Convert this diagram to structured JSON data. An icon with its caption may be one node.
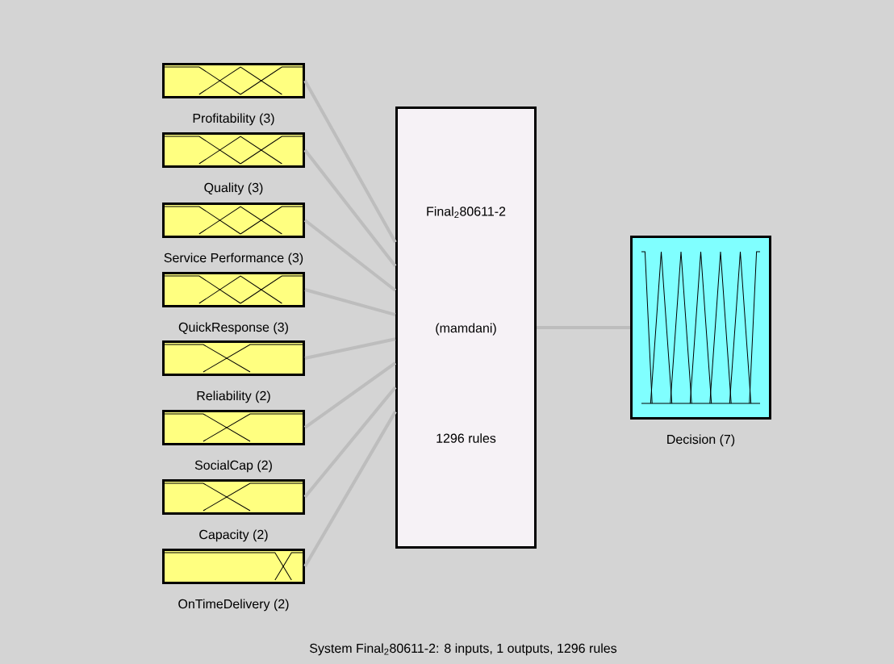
{
  "diagram": {
    "caption": "System Final$_{2}$80611-2: 8 inputs, 1 outputs, 1296 rules",
    "nodes": [
      {
        "text": [
          "Profitability (3)"
        ]
      },
      {
        "text": [
          "Quality (3)"
        ]
      },
      {
        "text": [
          "Service Performance (3)"
        ]
      },
      {
        "text": [
          "QuickResponse (3)"
        ]
      },
      {
        "text": [
          "Reliability (2)"
        ]
      },
      {
        "text": [
          "SocialCap (2)"
        ]
      },
      {
        "text": [
          "Capacity (2)"
        ]
      },
      {
        "text": [
          "OnTimeDelivery (2)"
        ]
      },
      {
        "text": [
          "Final$_{2}$80611-2",
          "(mamdani)",
          "1296 rules"
        ]
      },
      {
        "text": [
          "Decision (7)"
        ]
      }
    ],
    "edges": [
      {
        "from": 0,
        "to": 8,
        "arrow": "none"
      },
      {
        "from": 1,
        "to": 8,
        "arrow": "none"
      },
      {
        "from": 2,
        "to": 8,
        "arrow": "none"
      },
      {
        "from": 3,
        "to": 8,
        "arrow": "none"
      },
      {
        "from": 4,
        "to": 8,
        "arrow": "none"
      },
      {
        "from": 5,
        "to": 8,
        "arrow": "none"
      },
      {
        "from": 6,
        "to": 8,
        "arrow": "none"
      },
      {
        "from": 7,
        "to": 8,
        "arrow": "none"
      },
      {
        "from": 8,
        "to": 9,
        "arrow": "none"
      }
    ]
  }
}
